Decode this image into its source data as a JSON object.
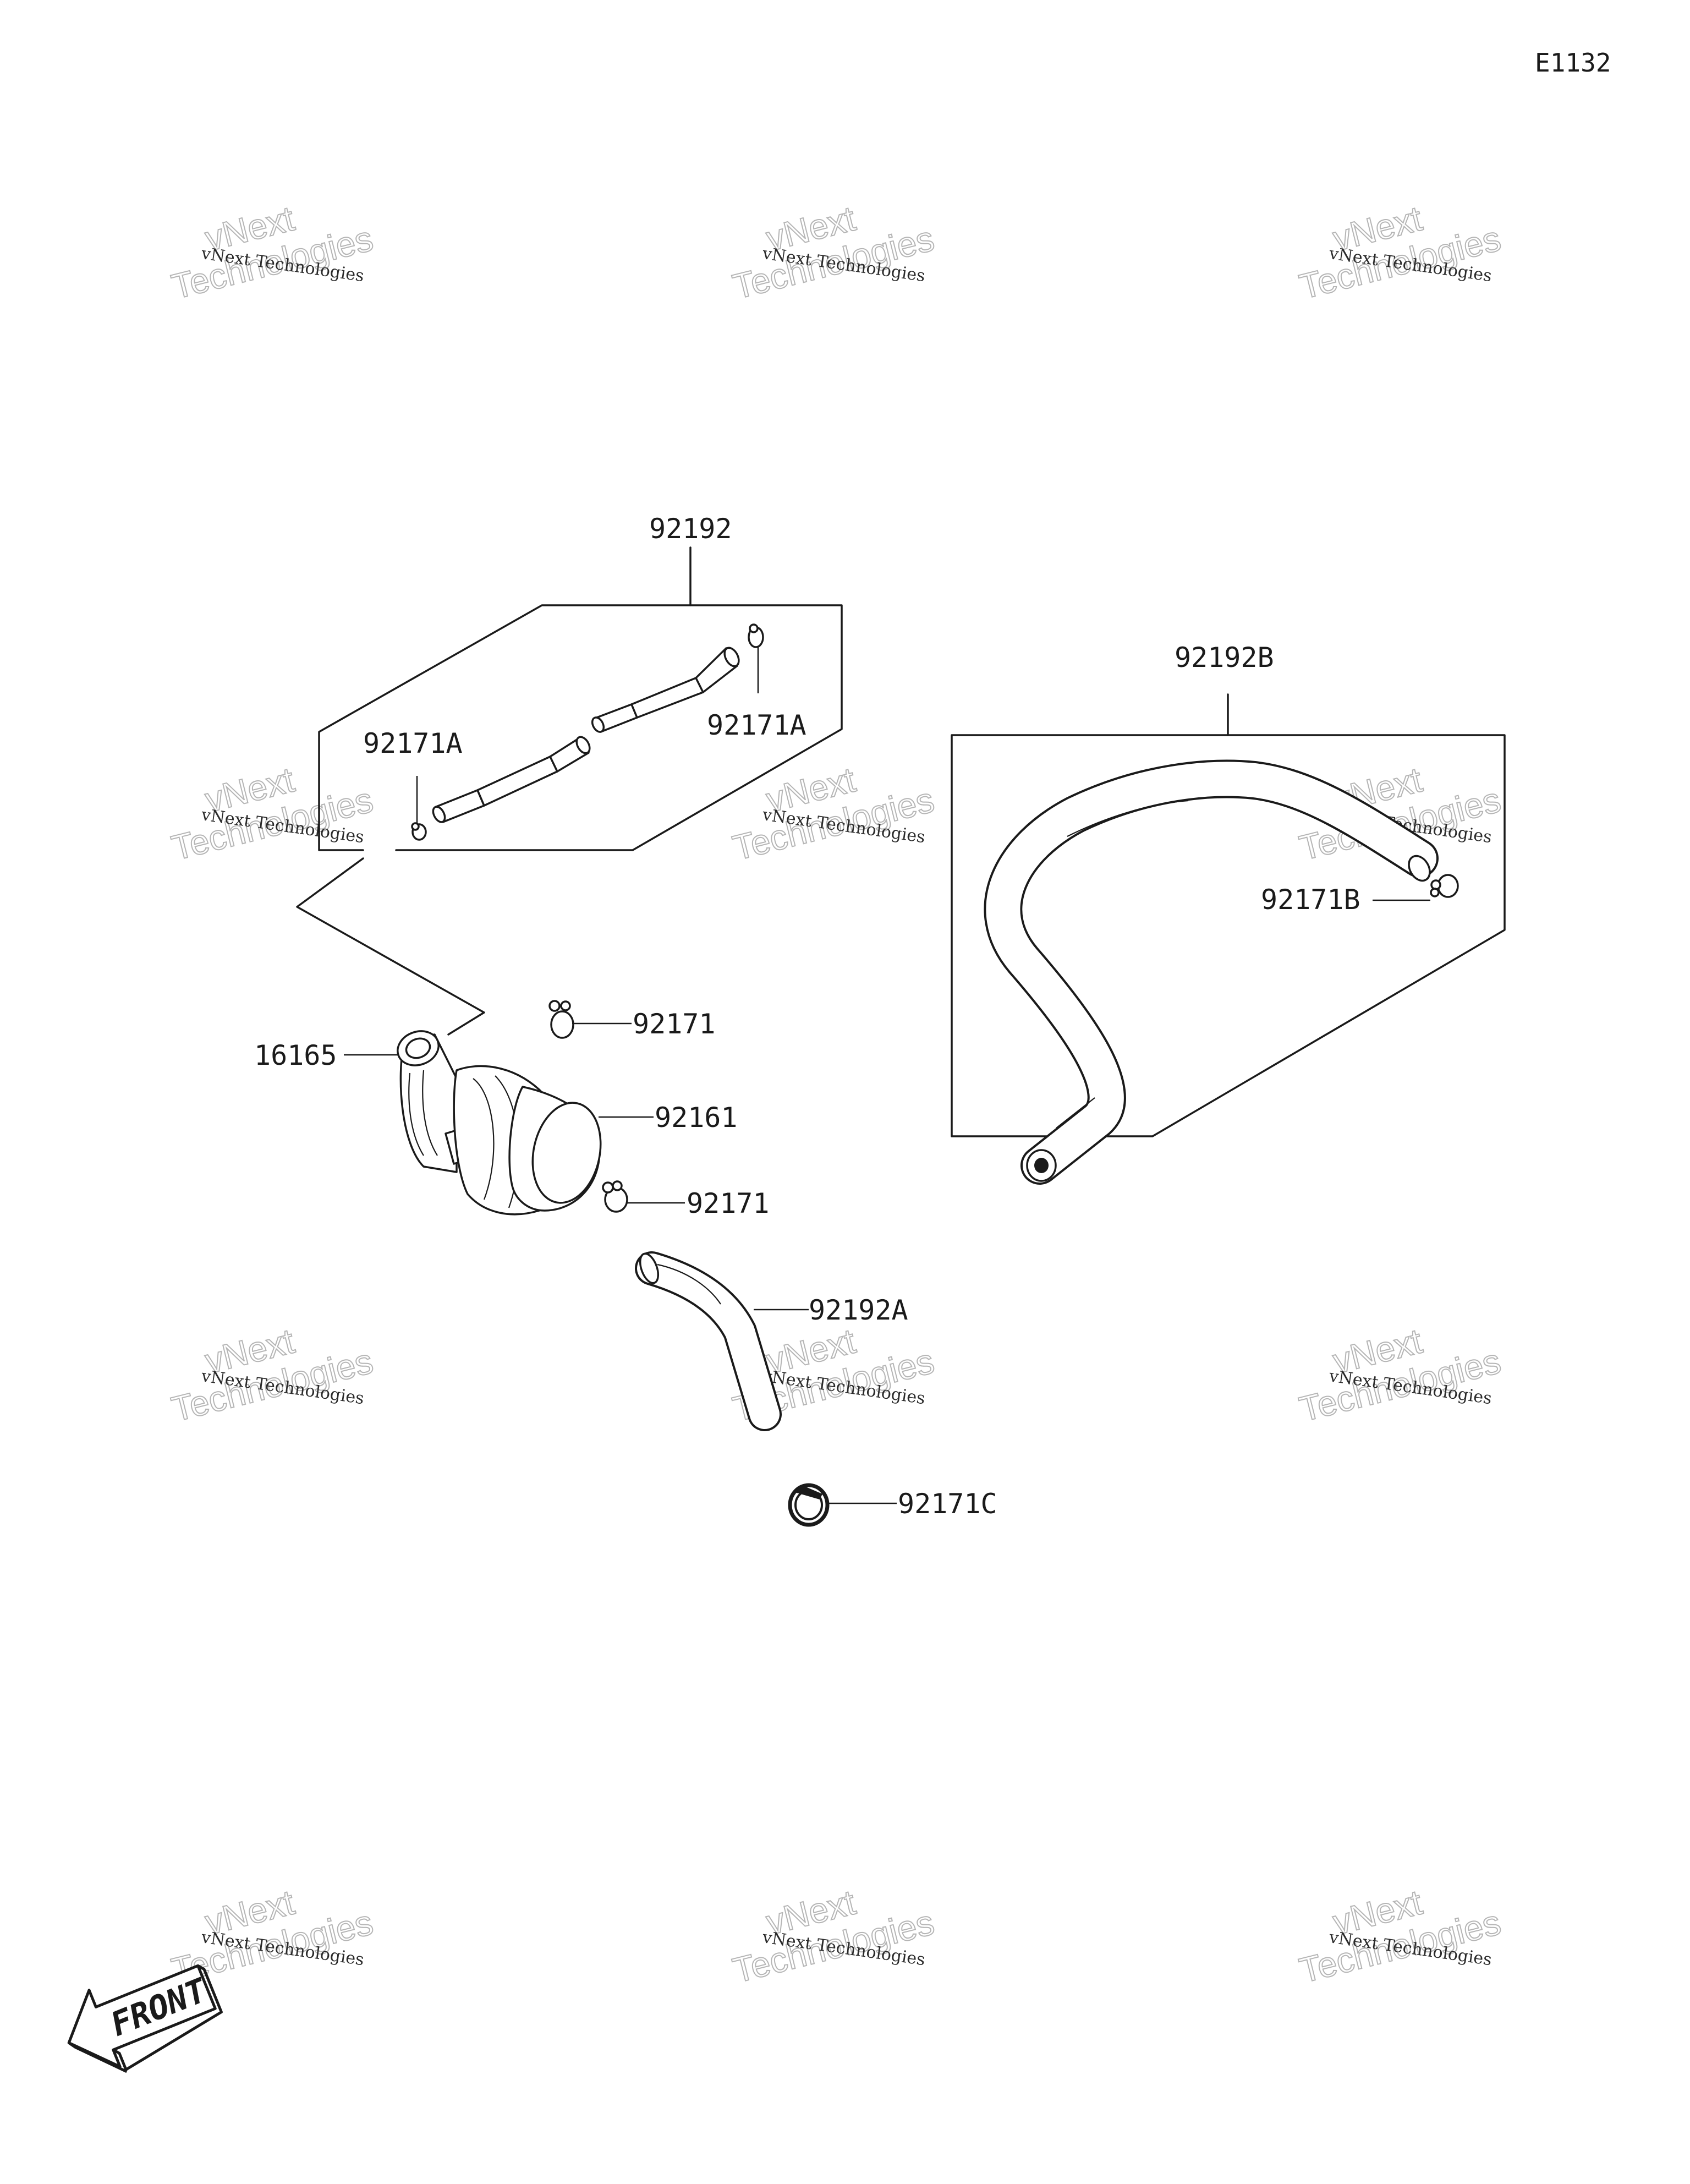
{
  "diagram_code": "E1132",
  "watermark": {
    "line1": "vNext Technologies",
    "line2a": "vNext",
    "line2b": "Technologies"
  },
  "callouts": {
    "hose_kit_top": "92192",
    "clamp_left_a": "92171A",
    "clamp_right_a": "92171A",
    "hose_kit_right": "92192B",
    "clamp_b": "92171B",
    "clamp_upper": "92171",
    "valve": "16165",
    "filter": "92161",
    "clamp_lower": "92171",
    "hose_bent": "92192A",
    "clamp_c": "92171C"
  },
  "front_label": "FRONT"
}
